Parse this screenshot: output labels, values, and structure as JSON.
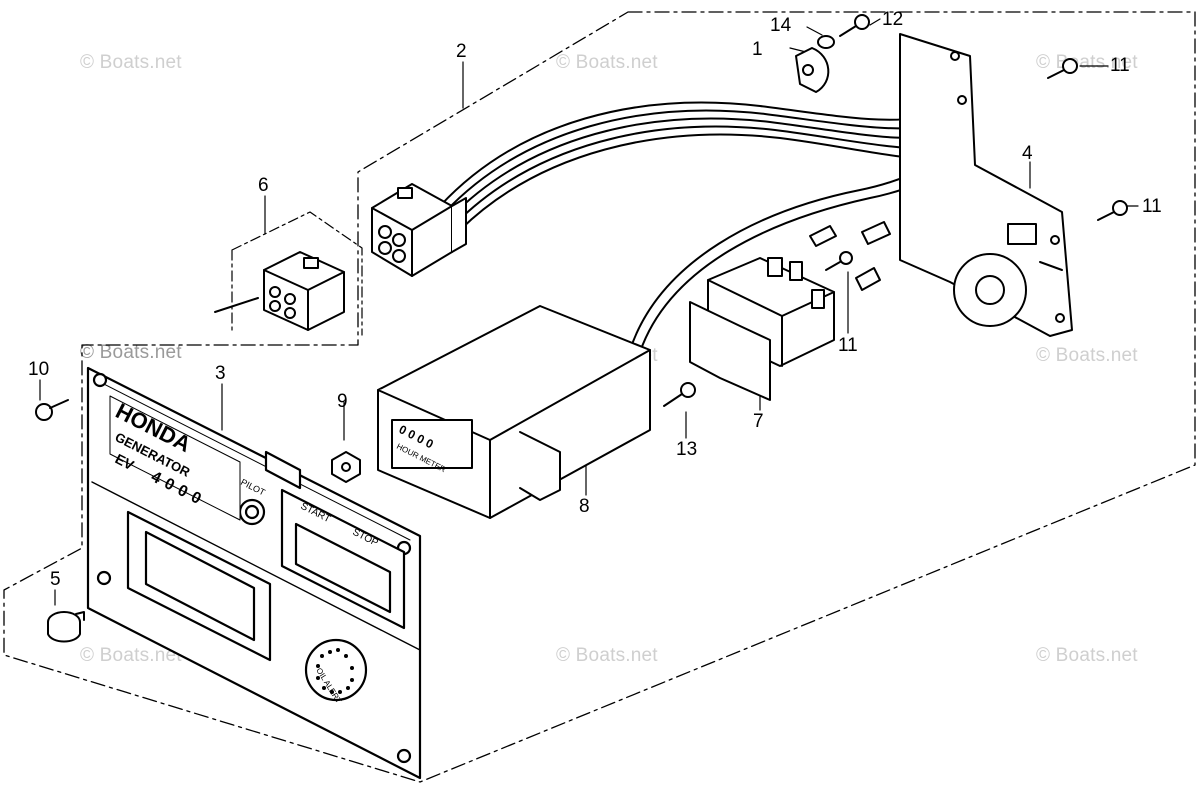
{
  "watermark": "© Boats.net",
  "callouts": {
    "c1": "1",
    "c2": "2",
    "c3": "3",
    "c4": "4",
    "c5": "5",
    "c6": "6",
    "c7": "7",
    "c8": "8",
    "c9": "9",
    "c10": "10",
    "c11a": "11",
    "c11b": "11",
    "c11c": "11",
    "c12": "12",
    "c13": "13",
    "c14": "14"
  },
  "panel_text": {
    "brand": "HONDA",
    "model": "GENERATOR",
    "ev": "EV",
    "capacity": "4000",
    "pilot": "PILOT",
    "start": "START",
    "stop": "STOP",
    "oil_alert": "OIL ALERT",
    "hour_meter": "HOUR METER",
    "meter_digits": "0 0 0 0"
  }
}
